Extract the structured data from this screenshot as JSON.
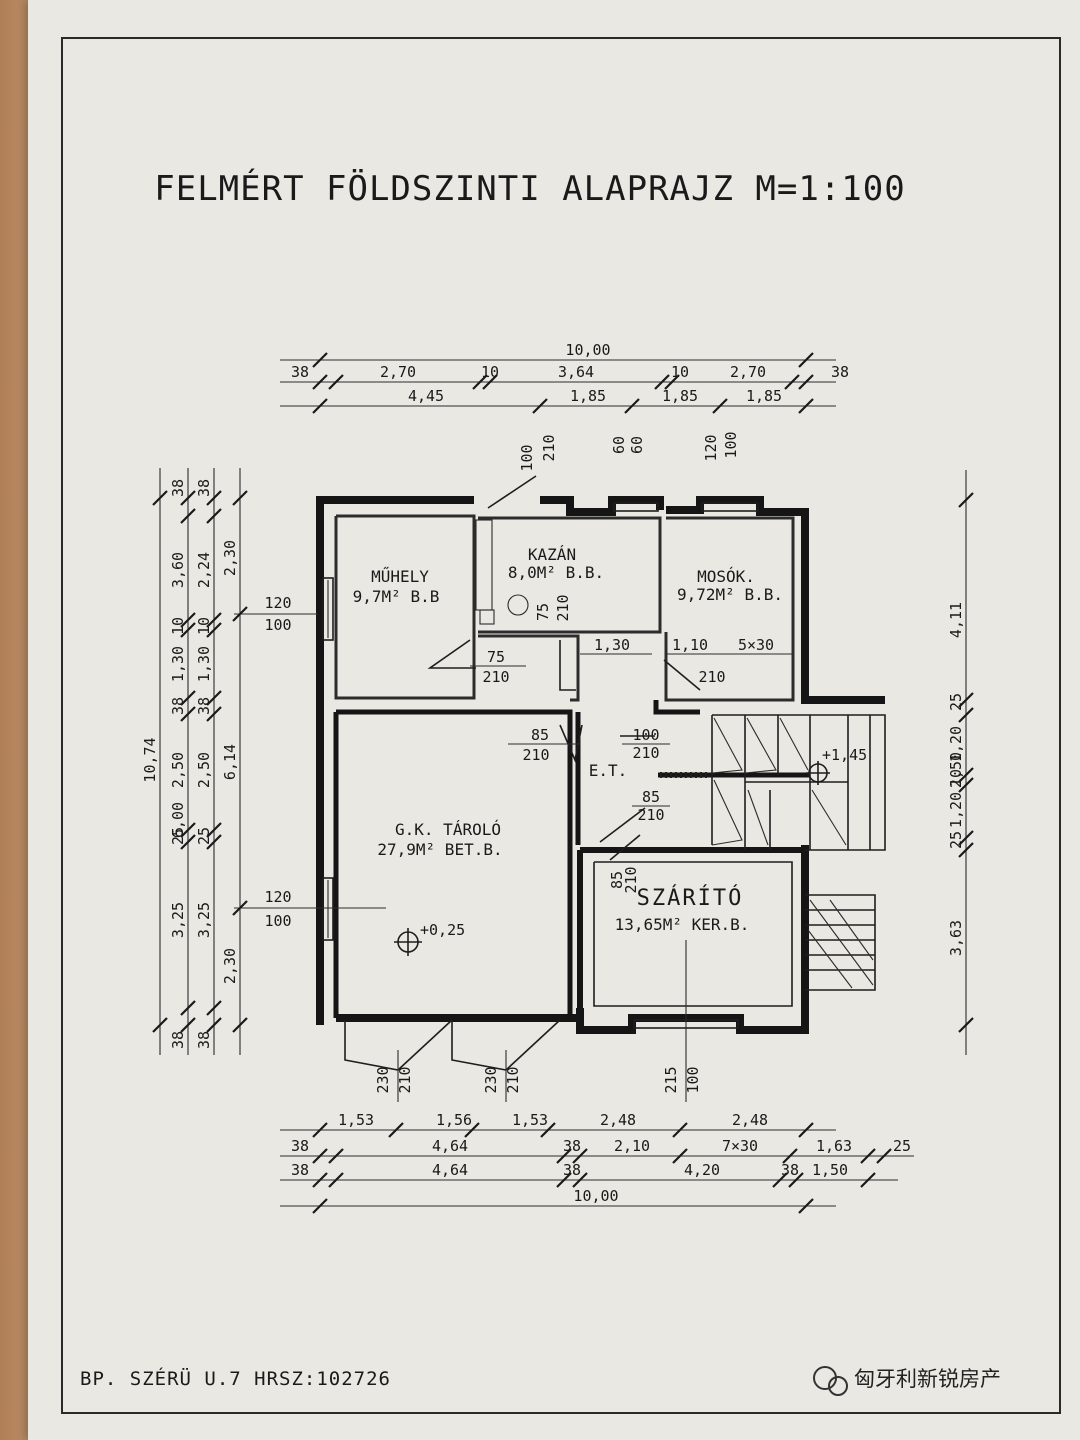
{
  "title": "FELMÉRT FÖLDSZINTI ALAPRAJZ M=1:100",
  "footer": "BP. SZÉRÜ U.7 HRSZ:102726",
  "watermark": "匈牙利新锐房产",
  "rooms": {
    "muhely": {
      "name": "MŰHELY",
      "area": "9,7M² B.B"
    },
    "kazan": {
      "name": "KAZÁN",
      "area": "8,0M² B.B."
    },
    "mosok": {
      "name": "MOSÓK.",
      "area": "9,72M² B.B."
    },
    "garage": {
      "name": "G.K. TÁROLÓ",
      "area": "27,9M² BET.B."
    },
    "szarito": {
      "name": "SZÁRÍTÓ",
      "area": "13,65M² KER.B."
    },
    "et": "E.T."
  },
  "levels": {
    "garage": "+0,25",
    "stair": "+1,45"
  },
  "top_dims": {
    "row1": [
      "10,00"
    ],
    "row2": [
      "38",
      "2,70",
      "10",
      "3,64",
      "10",
      "2,70",
      "38"
    ],
    "row3": [
      "4,45",
      "1,85",
      "1,85",
      "1,85"
    ]
  },
  "bottom_dims": {
    "row1": [
      "1,53",
      "1,56",
      "1,53",
      "2,48",
      "2,48"
    ],
    "row2": [
      "38",
      "4,64",
      "38",
      "2,10",
      "7×30",
      "1,63",
      "25"
    ],
    "row3": [
      "38",
      "4,64",
      "38",
      "4,20",
      "38",
      "1,50"
    ],
    "row4": [
      "10,00"
    ]
  },
  "left_dims": {
    "outer": [
      "10,74"
    ],
    "mid": [
      "38",
      "3,60",
      "10",
      "1,30",
      "38",
      "2,50",
      "25",
      "6,00",
      "3,25",
      "38"
    ],
    "inner1": [
      "38",
      "2,24",
      "10",
      "1,30",
      "38",
      "2,50",
      "25",
      "3,25",
      "38"
    ],
    "inner2": [
      "2,30",
      "6,14",
      "2,30"
    ]
  },
  "right_dims": [
    "4,11",
    "25",
    "1,20",
    "10",
    "1,20",
    "2,50",
    "25",
    "3,63"
  ],
  "openings": {
    "window_top_left": [
      "100",
      "210"
    ],
    "window_top_mid": [
      "60",
      "60"
    ],
    "window_top_right": [
      "120",
      "100"
    ],
    "window_left_upper": [
      "120",
      "100"
    ],
    "window_left_lower": [
      "120",
      "100"
    ],
    "door_kazan": [
      "75",
      "210"
    ],
    "door_small": [
      "75",
      "210"
    ],
    "dim_130": "1,30",
    "dim_110": "1,10",
    "stair_steps": "5×30",
    "door_mosok": "210",
    "door_et_left": [
      "85",
      "210"
    ],
    "door_et_right": [
      "100",
      "210"
    ],
    "door_szarito_top": [
      "85",
      "210"
    ],
    "door_szarito_side": [
      "85",
      "210"
    ],
    "garage_door1": [
      "230",
      "210"
    ],
    "garage_door2": [
      "230",
      "210"
    ],
    "szarito_window": [
      "215",
      "100"
    ]
  }
}
